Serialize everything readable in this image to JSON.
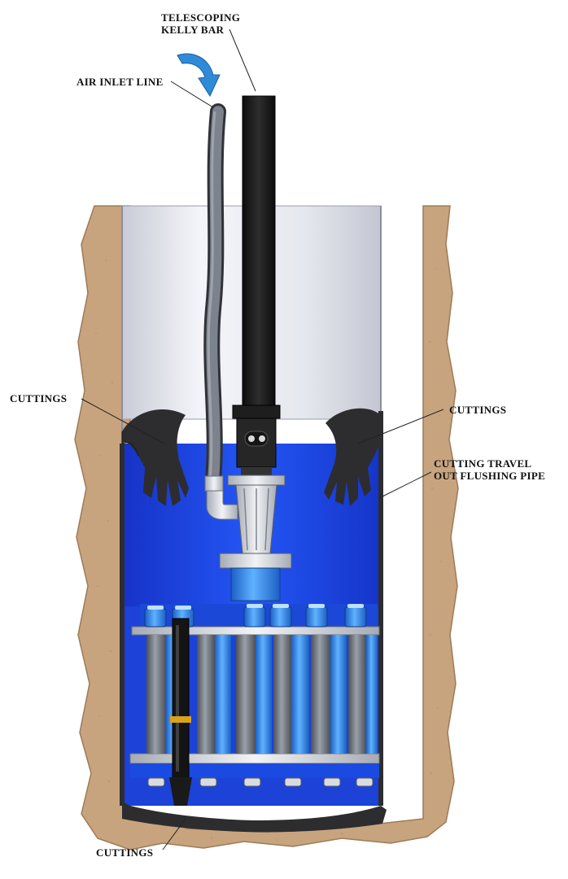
{
  "labels": {
    "telescoping_kelly_bar": [
      "TELESCOPING",
      "KELLY BAR"
    ],
    "air_inlet_line": "AIR INLET LINE",
    "cuttings_left": "CUTTINGS",
    "cuttings_right": "CUTTINGS",
    "cutting_travel": [
      "CUTTING TRAVEL",
      "OUT FLUSHING PIPE"
    ],
    "cuttings_bottom": "CUTTINGS"
  },
  "colors": {
    "soil": "#c8a47e",
    "soil_edge": "#9c7b58",
    "casing": "#e4e6ee",
    "drilling_fluid": "#1d4ff0",
    "cuttings": "#2d2d2f",
    "kelly_bar": "#1b1b1b",
    "air_hose": "#5a5f66",
    "air_arrow": "#2f8ad8",
    "bit_blue": "#2a84e6",
    "bit_gray": "#8a8f98",
    "bit_light": "#e8eaee"
  }
}
